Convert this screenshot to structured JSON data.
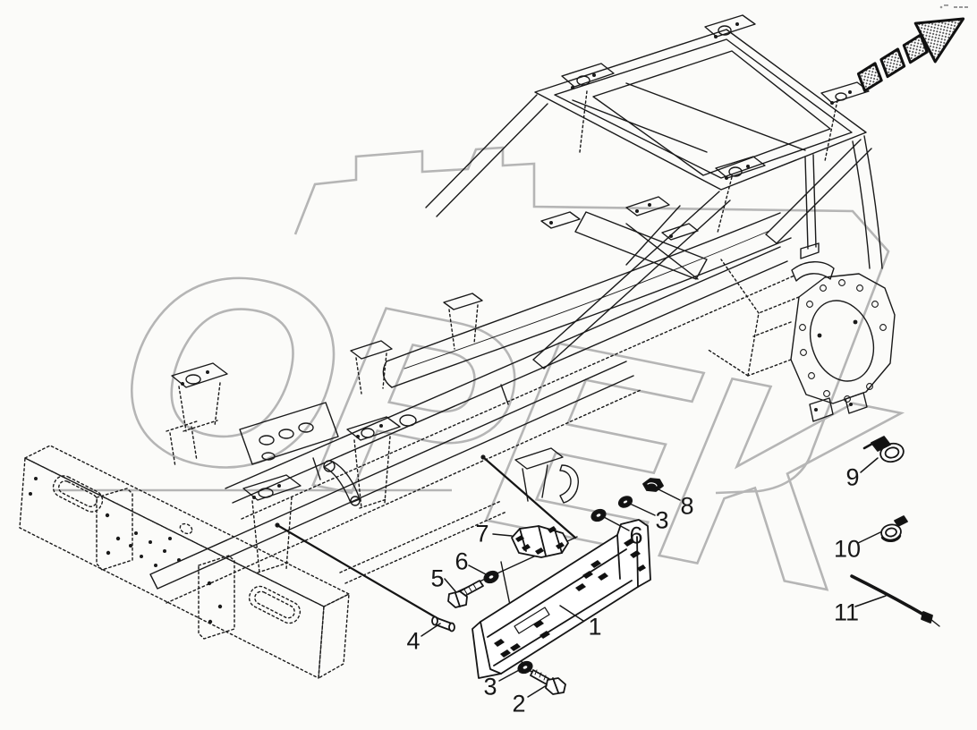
{
  "document": {
    "kind": "exploded-parts-diagram",
    "subject": "chassis-frame-with-mounting-bracket-hardware"
  },
  "colors": {
    "background": "#fbfbf9",
    "drawing_line": "#1a1a1a",
    "watermark": "#b5b5b5",
    "corner_marks": "#979797"
  },
  "watermark": {
    "text": "OPEK"
  },
  "icons": {
    "direction_arrow": "segmented-direction-arrow-icon",
    "corner_marks": "tiny-print-marks"
  },
  "callouts": [
    {
      "id": "callout-7",
      "label": "7"
    },
    {
      "id": "callout-6-left",
      "label": "6"
    },
    {
      "id": "callout-5",
      "label": "5"
    },
    {
      "id": "callout-4",
      "label": "4"
    },
    {
      "id": "callout-1",
      "label": "1"
    },
    {
      "id": "callout-3-lower",
      "label": "3"
    },
    {
      "id": "callout-2",
      "label": "2"
    },
    {
      "id": "callout-6-right",
      "label": "6"
    },
    {
      "id": "callout-3-right",
      "label": "3"
    },
    {
      "id": "callout-8",
      "label": "8"
    },
    {
      "id": "callout-9",
      "label": "9"
    },
    {
      "id": "callout-10",
      "label": "10"
    },
    {
      "id": "callout-11",
      "label": "11"
    }
  ]
}
